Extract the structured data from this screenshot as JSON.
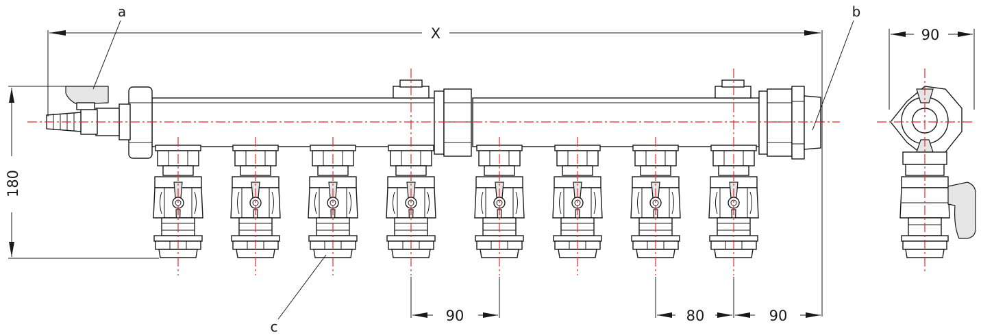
{
  "callouts": {
    "a": "a",
    "b": "b",
    "c": "c"
  },
  "dimensions": {
    "overall_length": "X",
    "side_width": "90",
    "height": "180",
    "spacing_a": "90",
    "spacing_b": "80",
    "end_offset": "90"
  },
  "colors": {
    "centerline": "#e8262b",
    "outline": "#1a1a1a"
  }
}
